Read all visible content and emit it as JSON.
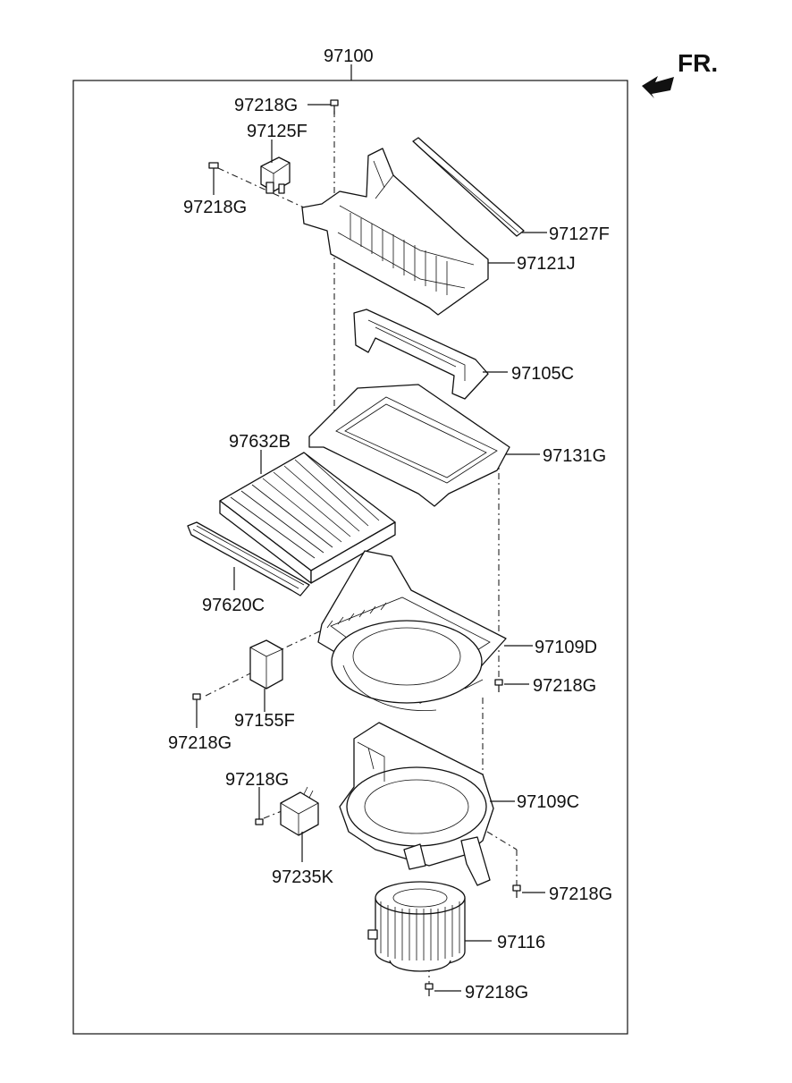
{
  "orientation_label": "FR.",
  "assembly_number": "97100",
  "part_labels": {
    "screw_top": "97218G",
    "actuator": "97125F",
    "screw_actuator": "97218G",
    "intake_seal": "97127F",
    "intake_case": "97121J",
    "intake_door": "97105C",
    "filter_frame": "97131G",
    "cabin_filter": "97632B",
    "filter_cover": "97620C",
    "blower_case_upper": "97109D",
    "screw_right_upper": "97218G",
    "resistor": "97155F",
    "screw_resistor": "97218G",
    "screw_module": "97218G",
    "blower_case_lower": "97109C",
    "power_module": "97235K",
    "screw_right_lower": "97218G",
    "blower_motor": "97116",
    "screw_motor": "97218G"
  },
  "icons": {
    "orientation_arrow": "front-arrow-icon"
  }
}
